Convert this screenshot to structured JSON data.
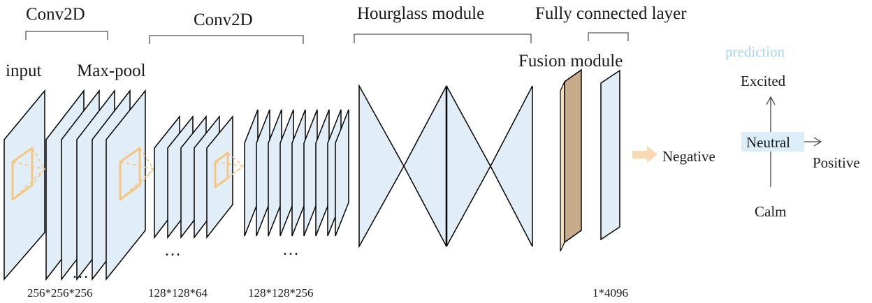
{
  "labels": {
    "conv2d_a": "Conv2D",
    "conv2d_b": "Conv2D",
    "hourglass": "Hourglass module",
    "fc": "Fully connected layer",
    "input": "input",
    "maxpool": "Max-pool",
    "fusion": "Fusion module",
    "dots": "…"
  },
  "dimensions": {
    "d1": "256*256*256",
    "d2": "128*128*64",
    "d3": "128*128*256",
    "d4": "1*4096"
  },
  "prediction": {
    "title": "prediction",
    "center": "Neutral",
    "top": "Excited",
    "bottom": "Calm",
    "left": "Negative",
    "right": "Positive"
  },
  "colors": {
    "sheet_fill": "#e1eef8",
    "kernel": "#f6c580",
    "fusion_fill": "#c8ab8b",
    "prediction_title": "#a9d4ee",
    "neutral_fill": "#dbeef9",
    "arrow": "#f8d9b3"
  }
}
